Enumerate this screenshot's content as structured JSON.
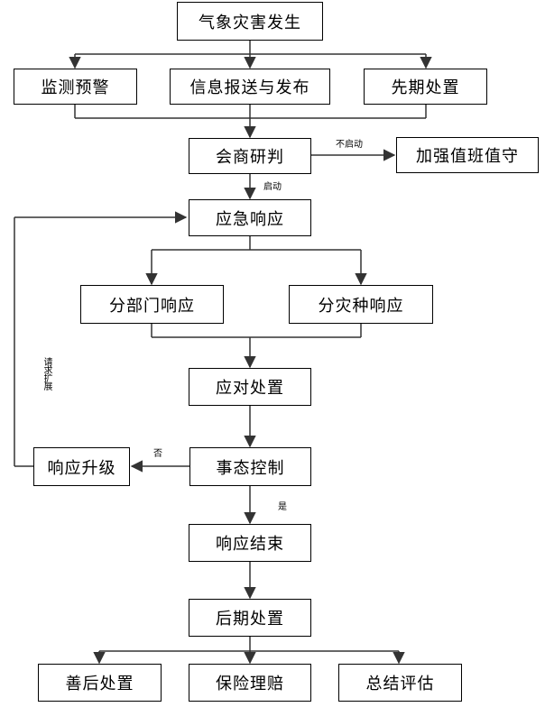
{
  "diagram": {
    "nodes": {
      "disaster": "气象灾害发生",
      "monitor": "监测预警",
      "info": "信息报送与发布",
      "early": "先期处置",
      "consult": "会商研判",
      "duty": "加强值班值守",
      "emergency": "应急响应",
      "dept": "分部门响应",
      "type": "分灾种响应",
      "handle": "应对处置",
      "control": "事态控制",
      "upgrade": "响应升级",
      "end": "响应结束",
      "post": "后期处置",
      "aftermath": "善后处置",
      "insurance": "保险理赔",
      "summary": "总结评估"
    },
    "labels": {
      "not_start": "不启动",
      "start": "启动",
      "no": "否",
      "yes": "是",
      "request_expand": "请求扩展"
    }
  }
}
